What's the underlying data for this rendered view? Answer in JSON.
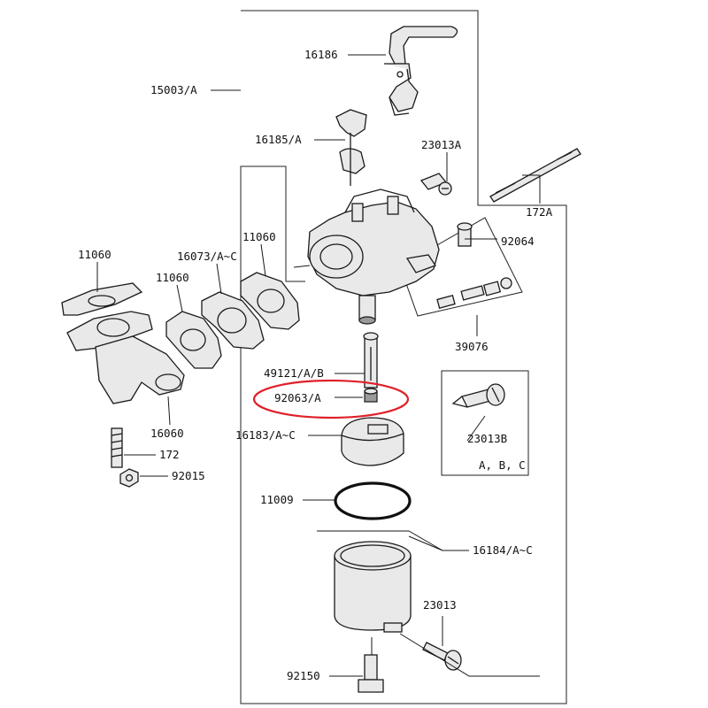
{
  "highlight_color": "#e0202a",
  "labels": {
    "p16186": "16186",
    "p15003": "15003/A",
    "p16185": "16185/A",
    "p23013A": "23013A",
    "p172A": "172A",
    "p92064": "92064",
    "p11060_left": "11060",
    "p16073": "16073/A~C",
    "p11060_right": "11060",
    "p11060_mid": "11060",
    "p39076": "39076",
    "p49121": "49121/A/B",
    "p92063": "92063/A",
    "p23013B": "23013B",
    "abc": "A, B, C",
    "p16060": "16060",
    "p16183": "16183/A~C",
    "p172": "172",
    "p92015": "92015",
    "p11009": "11009",
    "p16184": "16184/A~C",
    "p23013": "23013",
    "p92150": "92150"
  }
}
